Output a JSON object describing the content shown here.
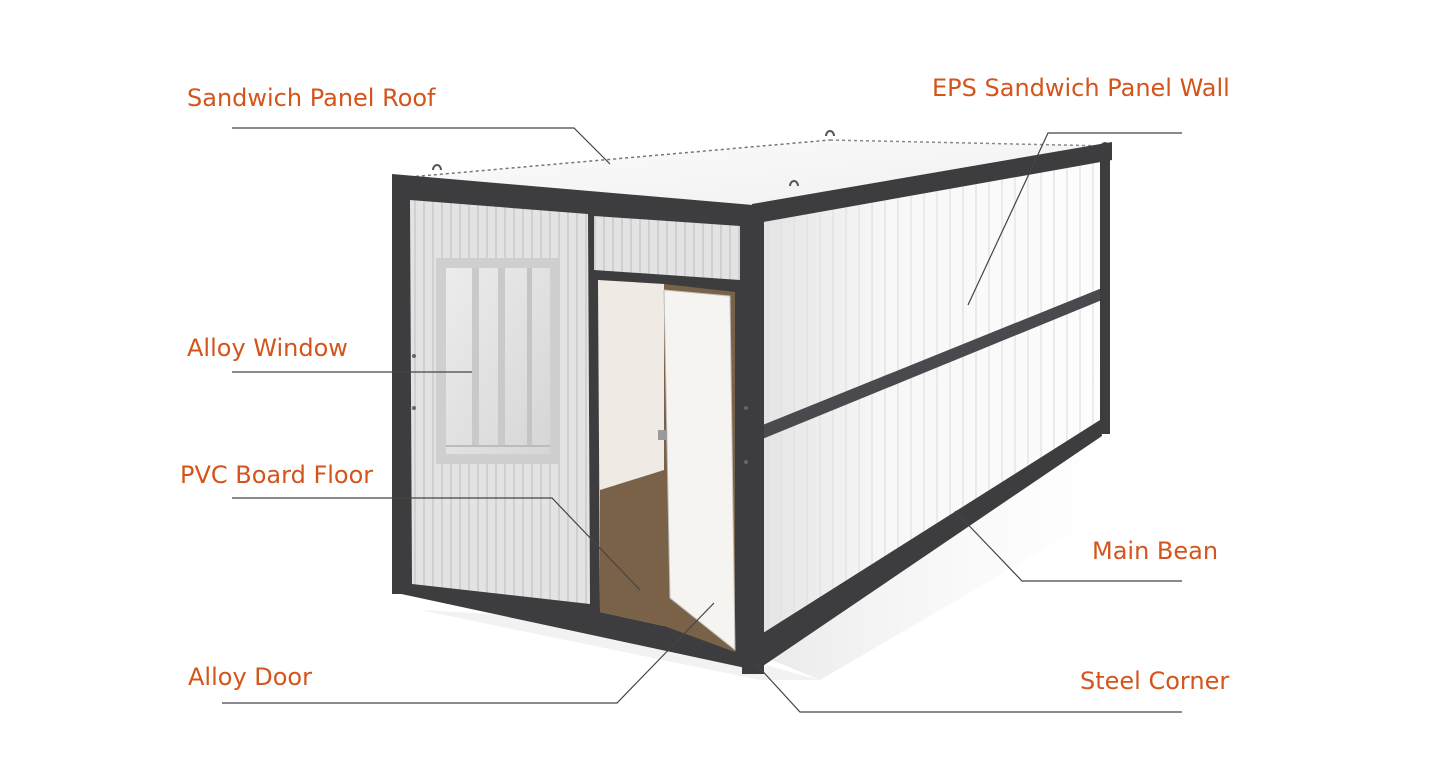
{
  "diagram": {
    "colors": {
      "label": "#d4541c",
      "leader": "#444444",
      "frame": "#3d3d40",
      "panel": "#f3f3f3",
      "floor": "#7a6249"
    },
    "callouts": {
      "roof": "Sandwich Panel Roof",
      "wall": "EPS Sandwich Panel Wall",
      "window": "Alloy Window",
      "floor": "PVC Board Floor",
      "door": "Alloy Door",
      "beam": "Main Bean",
      "corner": "Steel Corner"
    }
  }
}
